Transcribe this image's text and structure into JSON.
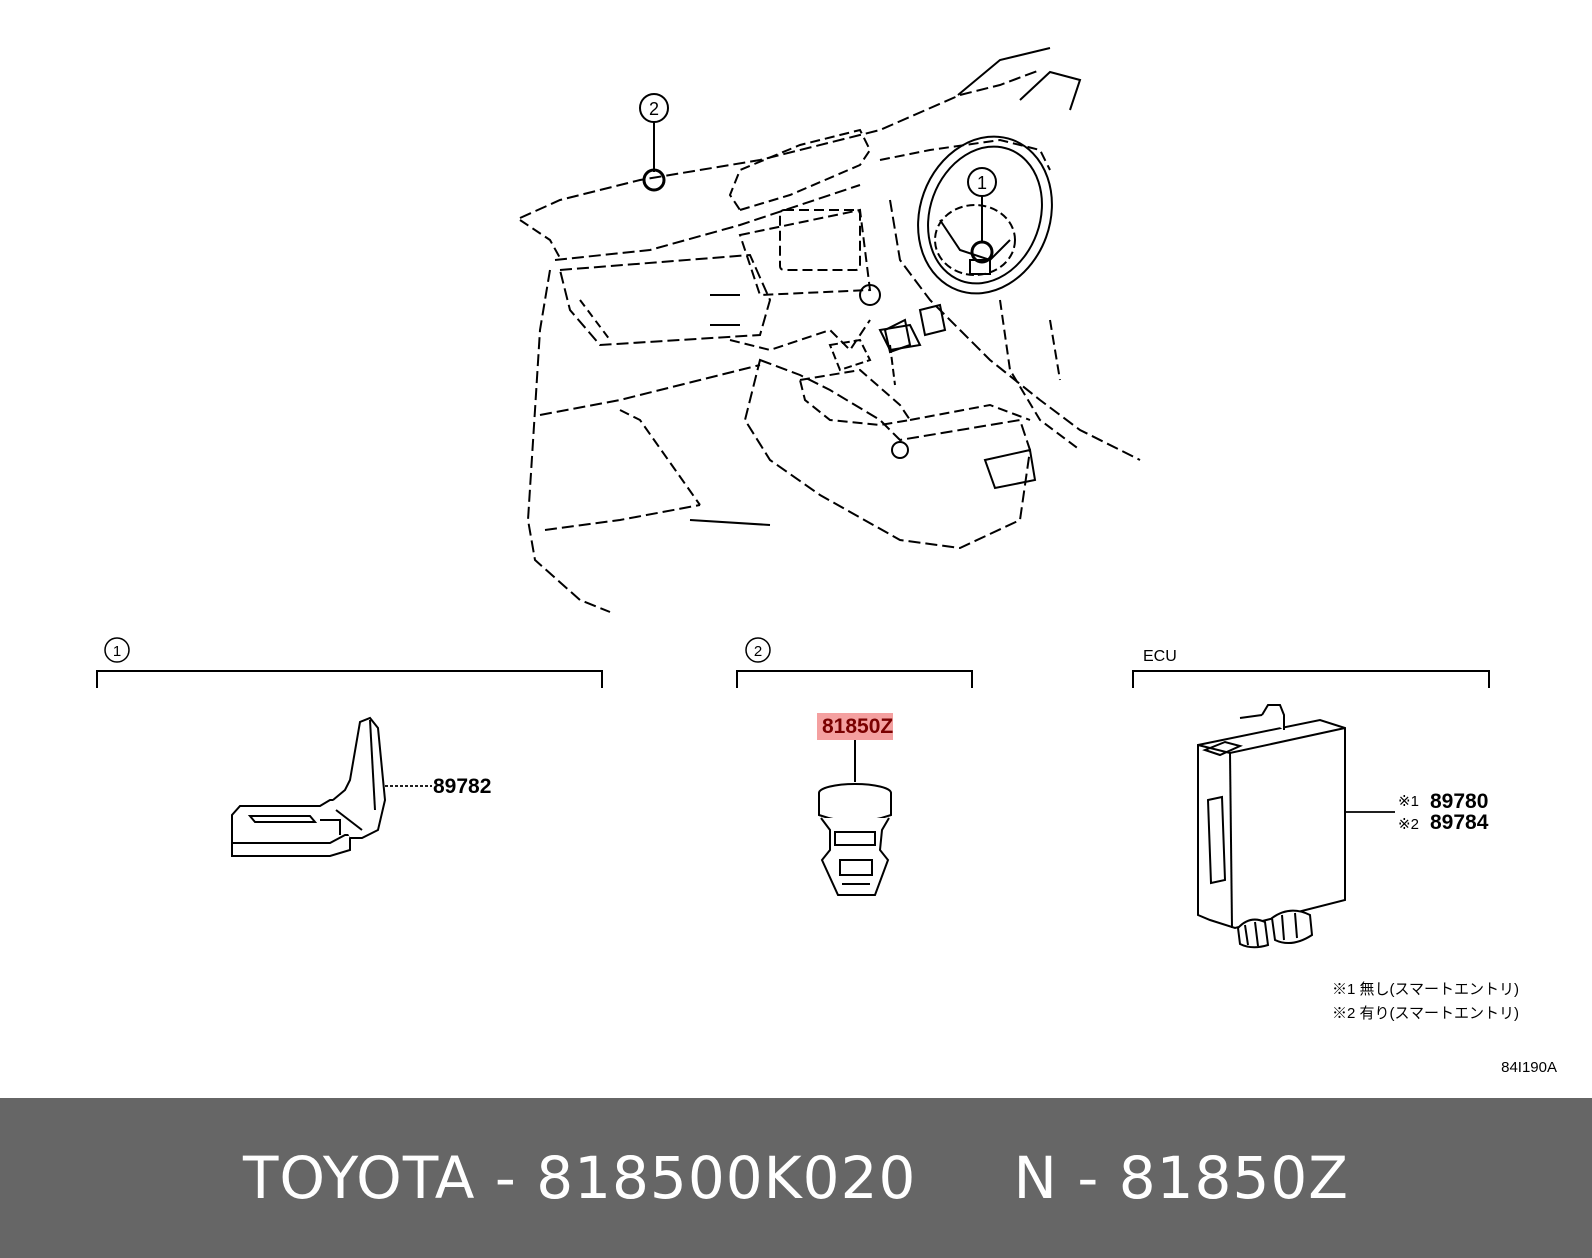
{
  "diagram": {
    "callouts": {
      "callout_1": "1",
      "callout_2": "2"
    },
    "groups": {
      "group_1_marker": "1",
      "group_2_marker": "2",
      "group_ecu_label": "ECU"
    },
    "parts": {
      "part_89782": "89782",
      "part_81850z": "81850Z",
      "part_89780": "89780",
      "part_89784": "89784",
      "note_mark_1": "※1",
      "note_mark_2": "※2"
    },
    "highlight_color": "#f4a0a0",
    "notes": {
      "note_1": "※1 無し(スマートエントリ)",
      "note_2": "※2 有り(スマートエントリ)"
    },
    "drawing_code": "84I190A"
  },
  "footer": {
    "caption": "TOYOTA - 818500K020     N - 81850Z",
    "background": "#666666"
  }
}
